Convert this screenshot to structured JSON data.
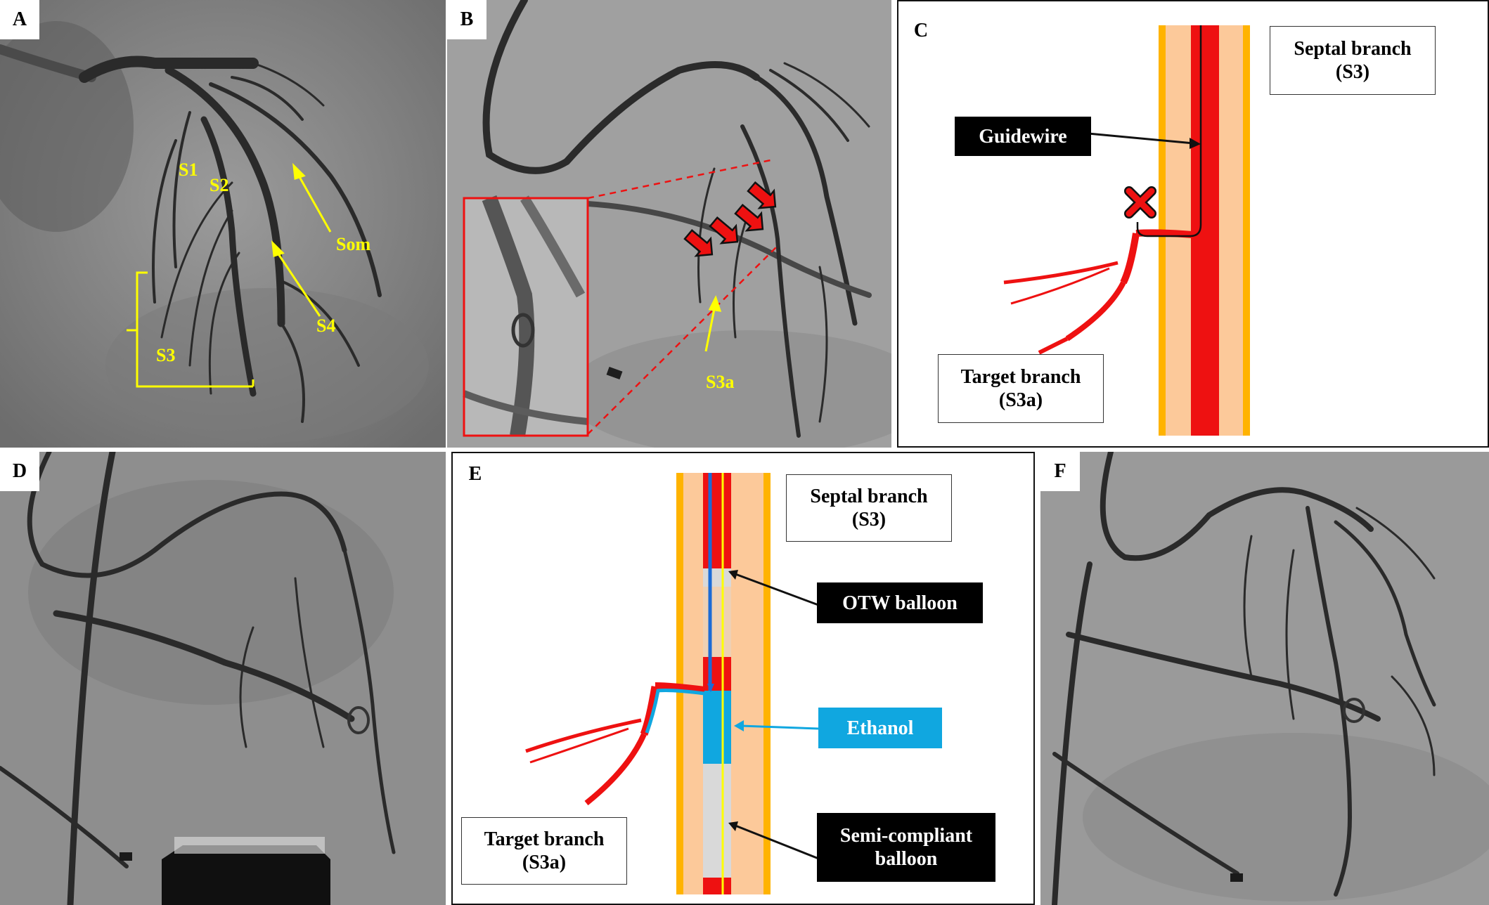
{
  "figure": {
    "panels": {
      "a": {
        "letter": "A",
        "labels": {
          "s1": "S1",
          "s2": "S2",
          "som": "Som",
          "s4": "S4",
          "s3": "S3"
        }
      },
      "b": {
        "letter": "B",
        "labels": {
          "s3a": "S3a"
        }
      },
      "c": {
        "letter": "C",
        "septal": "Septal branch\n(S3)",
        "guidewire": "Guidewire",
        "target": "Target branch\n(S3a)"
      },
      "d": {
        "letter": "D"
      },
      "e": {
        "letter": "E",
        "septal": "Septal branch\n(S3)",
        "otw": "OTW balloon",
        "ethanol": "Ethanol",
        "semi": "Semi-compliant\nballoon",
        "target": "Target branch\n(S3a)"
      },
      "f": {
        "letter": "F"
      }
    },
    "colors": {
      "vessel_red": "#ee1111",
      "wall_orange": "#ffb300",
      "tissue_peach": "#fcc99a",
      "ethanol_blue": "#10a7e0",
      "annotation_yellow": "#ffff00",
      "balloon_gray": "#d9d9d9"
    }
  }
}
